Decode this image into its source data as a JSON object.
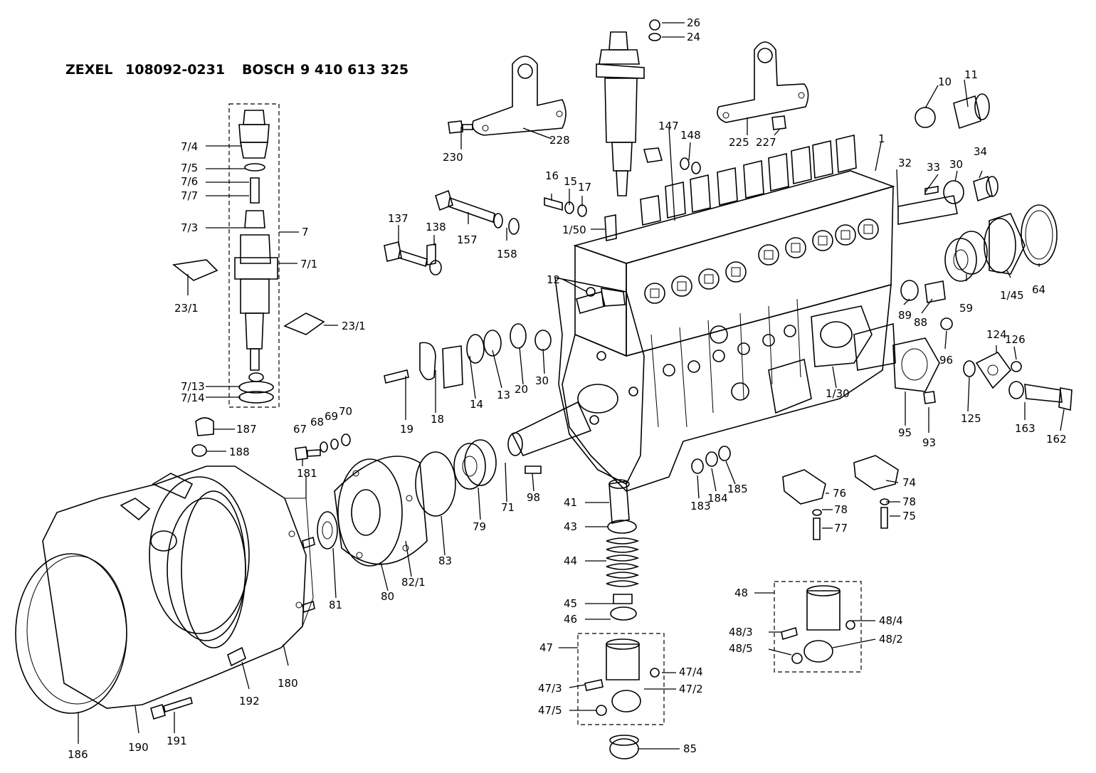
{
  "header": {
    "brand1": "ZEXEL",
    "part1": "108092-0231",
    "brand2": "BOSCH",
    "part2": "9 410 613 325"
  },
  "labels": {
    "l26": "26",
    "l24": "24",
    "l228": "228",
    "l230": "230",
    "l225": "225",
    "l227": "227",
    "l10": "10",
    "l11": "11",
    "l147": "147",
    "l148": "148",
    "l1": "1",
    "l32": "32",
    "l33": "33",
    "l30a": "30",
    "l34": "34",
    "l16": "16",
    "l15": "15",
    "l17": "17",
    "l150": "1/50",
    "l137": "137",
    "l138": "138",
    "l157": "157",
    "l158": "158",
    "l59": "59",
    "l145": "1/45",
    "l64": "64",
    "l12": "12",
    "l89": "89",
    "l88": "88",
    "l96": "96",
    "l124": "124",
    "l126": "126",
    "l74": "7/4",
    "l75": "7/5",
    "l76": "7/6",
    "l77": "7/7",
    "l73": "7/3",
    "l7": "7",
    "l71": "7/1",
    "l231a": "23/1",
    "l231b": "23/1",
    "l713": "7/13",
    "l714": "7/14",
    "l19": "19",
    "l18": "18",
    "l14": "14",
    "l13": "13",
    "l20": "20",
    "l30b": "30",
    "l130": "1/30",
    "l95": "95",
    "l93": "93",
    "l125": "125",
    "l163": "163",
    "l162": "162",
    "l187": "187",
    "l188": "188",
    "l67": "67",
    "l68": "68",
    "l69": "69",
    "l70": "70",
    "l181": "181",
    "l71b": "71",
    "l98": "98",
    "l79": "79",
    "l83": "83",
    "l821": "82/1",
    "l80": "80",
    "l81": "81",
    "l183": "183",
    "l184": "184",
    "l185": "185",
    "l41": "41",
    "l43": "43",
    "l44": "44",
    "l45": "45",
    "l46": "46",
    "l74p": "74",
    "l76p": "76",
    "l78a": "78",
    "l77p": "77",
    "l78b": "78",
    "l75p": "75",
    "l48": "48",
    "l484": "48/4",
    "l483": "48/3",
    "l482": "48/2",
    "l485": "48/5",
    "l47": "47",
    "l474": "47/4",
    "l473": "47/3",
    "l472": "47/2",
    "l475": "47/5",
    "l85": "85",
    "l192": "192",
    "l180": "180",
    "l186": "186",
    "l190": "190",
    "l191": "191"
  }
}
